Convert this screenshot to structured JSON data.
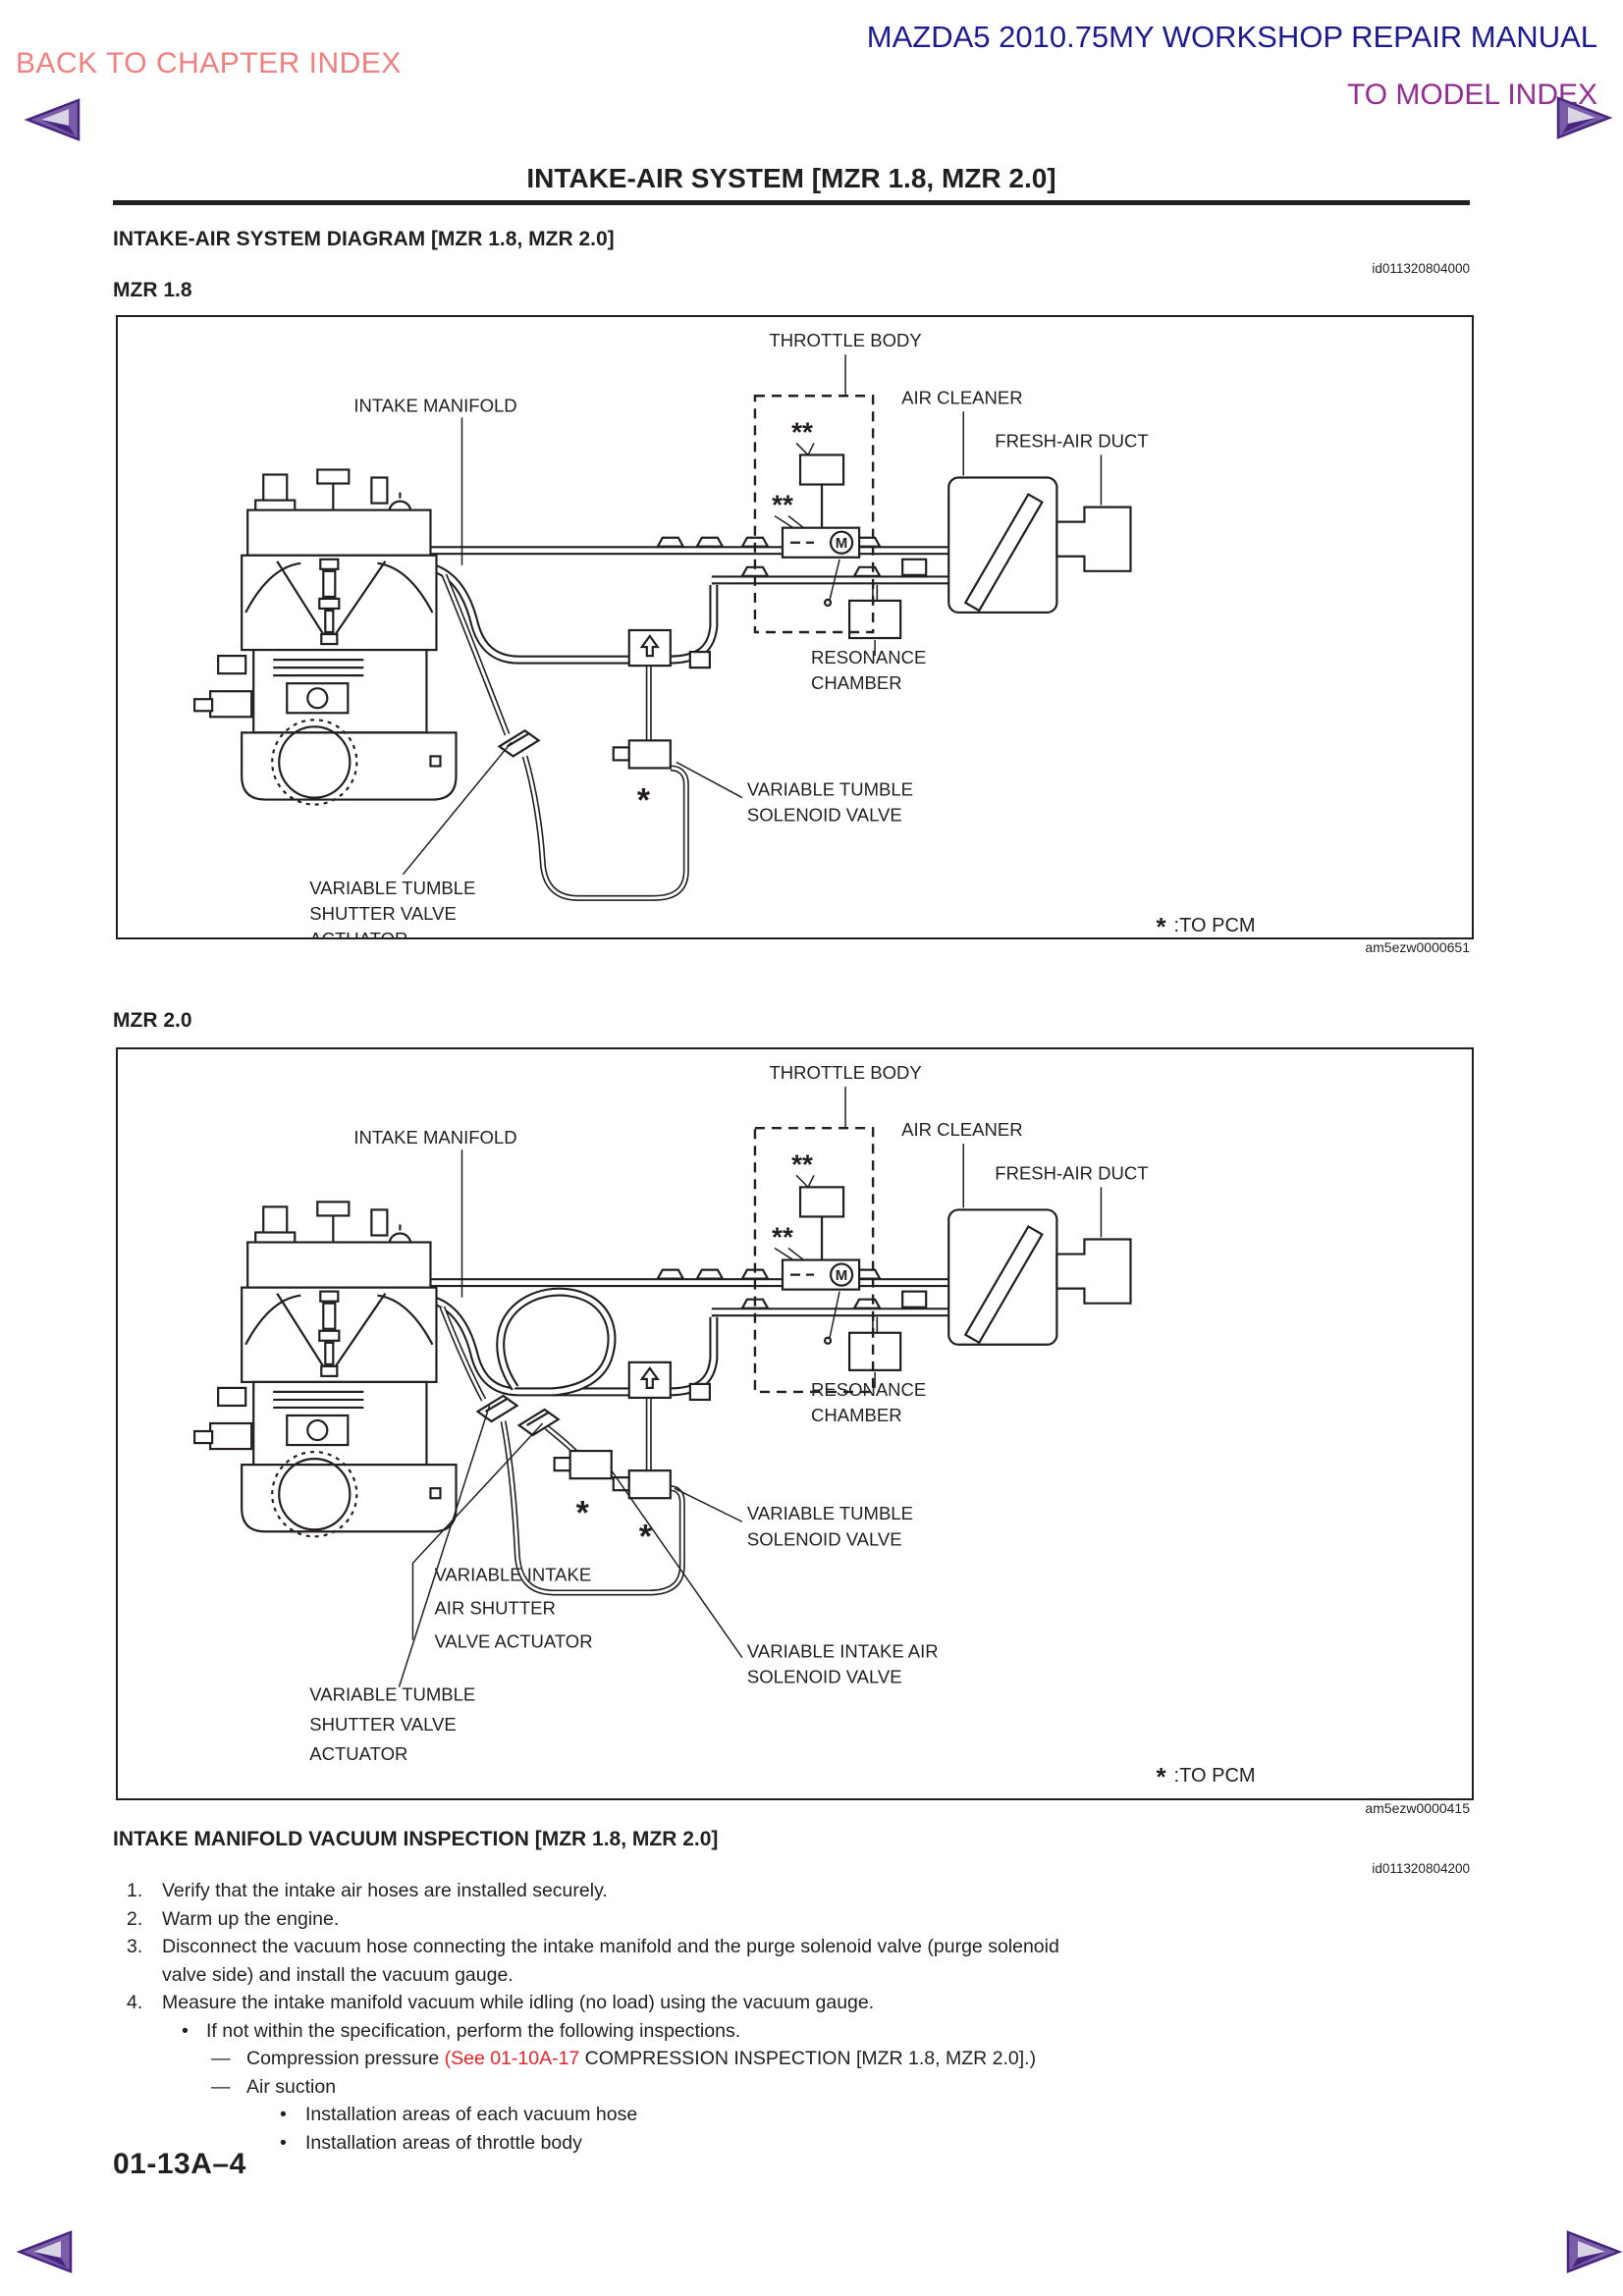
{
  "header": {
    "back_link": "BACK TO CHAPTER INDEX",
    "manual_title": "MAZDA5 2010.75MY WORKSHOP REPAIR MANUAL",
    "model_index_link": "TO MODEL INDEX"
  },
  "page": {
    "title": "INTAKE-AIR SYSTEM [MZR 1.8, MZR 2.0]",
    "page_number": "01-13A–4"
  },
  "colors": {
    "back_link": "#f08080",
    "manual_title": "#1c1c8f",
    "model_index": "#932d93",
    "line_art": "#231f20",
    "red_reference": "#e8232a",
    "arrow_purple": "#7a5ca8",
    "arrow_dark": "#45257d",
    "arrow_light": "#d9d4e4"
  },
  "diagram_section": {
    "heading": "INTAKE-AIR SYSTEM DIAGRAM [MZR 1.8, MZR 2.0]",
    "id_ref": "id011320804000",
    "star": "*",
    "double_star": "**",
    "motor": "M",
    "pcm_star": "*",
    "pcm_text": ":TO PCM",
    "diagram1": {
      "variant": "MZR 1.8",
      "fig_code": "am5ezw0000651",
      "labels": {
        "throttle_body": "THROTTLE BODY",
        "air_cleaner": "AIR CLEANER",
        "intake_manifold": "INTAKE MANIFOLD",
        "fresh_air_duct": "FRESH-AIR DUCT",
        "resonance_1": "RESONANCE",
        "resonance_2": "CHAMBER",
        "vt_solenoid_1": "VARIABLE TUMBLE",
        "vt_solenoid_2": "SOLENOID VALVE",
        "vt_actuator_1": "VARIABLE TUMBLE",
        "vt_actuator_2": "SHUTTER VALVE",
        "vt_actuator_3": "ACTUATOR"
      }
    },
    "diagram2": {
      "variant": "MZR 2.0",
      "fig_code": "am5ezw0000415",
      "labels": {
        "throttle_body": "THROTTLE BODY",
        "air_cleaner": "AIR CLEANER",
        "intake_manifold": "INTAKE MANIFOLD",
        "fresh_air_duct": "FRESH-AIR DUCT",
        "resonance_1": "RESONANCE",
        "resonance_2": "CHAMBER",
        "vt_solenoid_1": "VARIABLE TUMBLE",
        "vt_solenoid_2": "SOLENOID VALVE",
        "via_solenoid_1": "VARIABLE INTAKE AIR",
        "via_solenoid_2": "SOLENOID VALVE",
        "via_actuator_1": "VARIABLE INTAKE",
        "via_actuator_2": "AIR SHUTTER",
        "via_actuator_3": "VALVE ACTUATOR",
        "vt_actuator_1": "VARIABLE TUMBLE",
        "vt_actuator_2": "SHUTTER VALVE",
        "vt_actuator_3": "ACTUATOR"
      }
    }
  },
  "inspection_section": {
    "heading": "INTAKE MANIFOLD VACUUM INSPECTION [MZR 1.8, MZR 2.0]",
    "id_ref": "id011320804200",
    "bullet_marker": "•",
    "dash_marker": "—",
    "steps": [
      {
        "num": "1.",
        "text": "Verify that the intake air hoses are installed securely."
      },
      {
        "num": "2.",
        "text": "Warm up the engine."
      },
      {
        "num": "3.",
        "text": "Disconnect the vacuum hose connecting the intake manifold and the purge solenoid valve (purge solenoid",
        "text2": "valve side) and install the vacuum gauge."
      },
      {
        "num": "4.",
        "text": "Measure the intake manifold vacuum while idling (no load) using the vacuum gauge."
      }
    ],
    "bullet1": "If not within the specification, perform the following inspections.",
    "dash1_pre": "Compression pressure ",
    "dash1_ref": "(See 01-10A-17",
    "dash1_post": " COMPRESSION INSPECTION [MZR 1.8, MZR 2.0].)",
    "dash2": "Air suction",
    "sub_bullet1": "Installation areas of each vacuum hose",
    "sub_bullet2": "Installation areas of throttle body"
  }
}
